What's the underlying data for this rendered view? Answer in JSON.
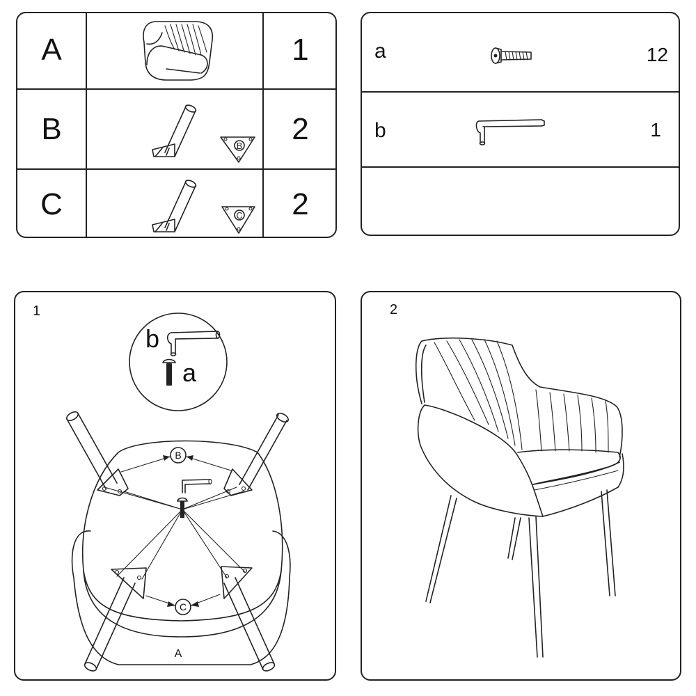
{
  "parts_table": {
    "rows": [
      {
        "letter": "A",
        "icon": "chair-seat-icon",
        "qty": "1"
      },
      {
        "letter": "B",
        "icon": "leg-with-bracket-icon",
        "bracket_label": "B",
        "qty": "2"
      },
      {
        "letter": "C",
        "icon": "leg-with-bracket-icon",
        "bracket_label": "C",
        "qty": "2"
      }
    ]
  },
  "hardware_table": {
    "rows": [
      {
        "letter": "a",
        "icon": "bolt-icon",
        "qty": "12"
      },
      {
        "letter": "b",
        "icon": "allen-key-icon",
        "qty": "1"
      }
    ]
  },
  "step1": {
    "number": "1",
    "tools_callout": {
      "key_label": "b",
      "bolt_label": "a"
    },
    "bracket_b_label": "B",
    "bracket_c_label": "C",
    "seat_label": "A"
  },
  "step2": {
    "number": "2"
  }
}
